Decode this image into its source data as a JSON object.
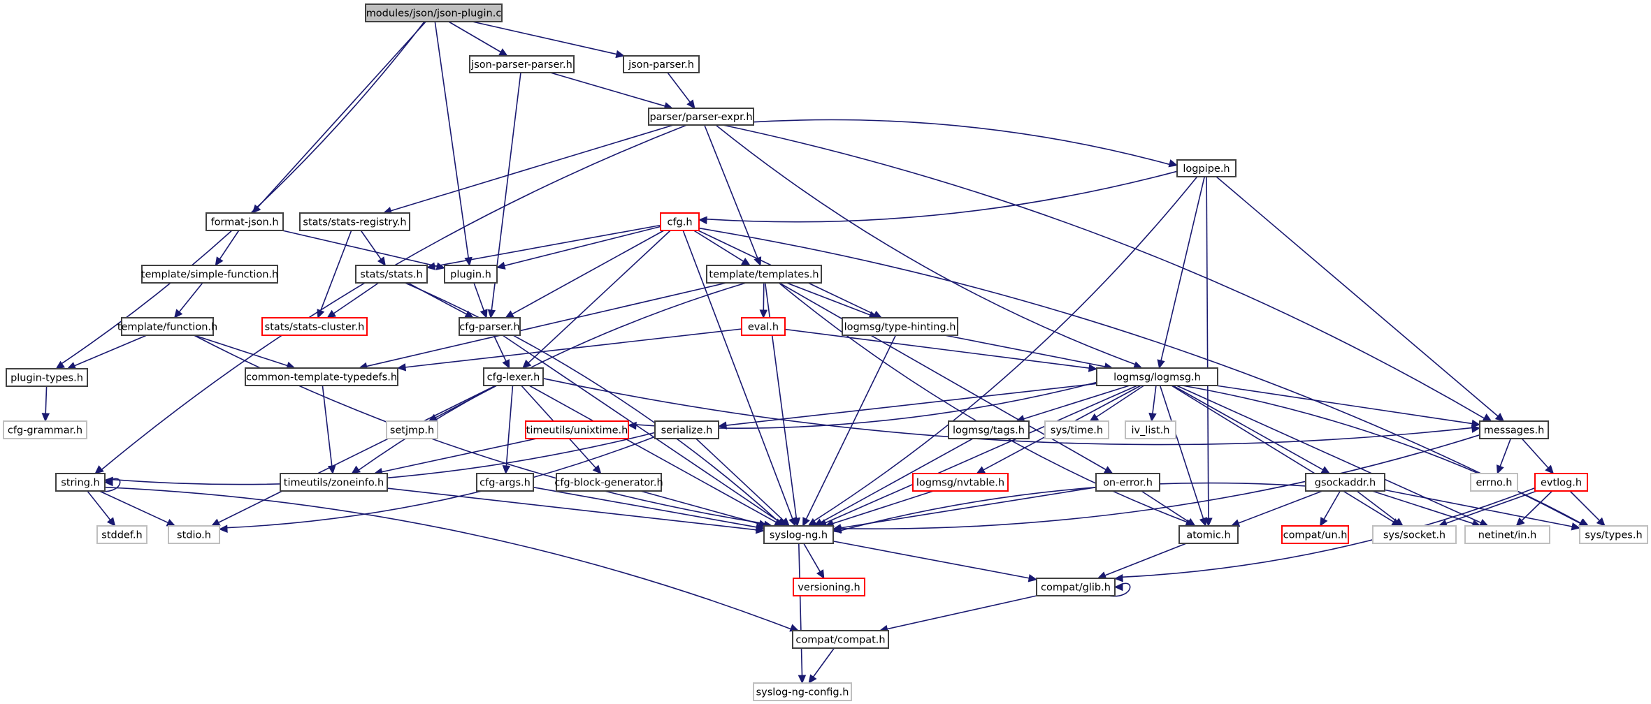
{
  "title": "modules/json/json-plugin.c include dependency graph",
  "colors": {
    "edge": "#191970",
    "border": "#404040",
    "missing_border": "#ff0000",
    "external_border": "#bfbfbf",
    "root_fill": "#bfbfbf"
  },
  "nodes": [
    {
      "id": "json-plugin",
      "label": "modules/json/json-plugin.c",
      "kind": "root"
    },
    {
      "id": "json-parser-parser",
      "label": "json-parser-parser.h",
      "kind": "normal"
    },
    {
      "id": "json-parser",
      "label": "json-parser.h",
      "kind": "normal"
    },
    {
      "id": "parser-expr",
      "label": "parser/parser-expr.h",
      "kind": "normal"
    },
    {
      "id": "logpipe",
      "label": "logpipe.h",
      "kind": "normal"
    },
    {
      "id": "format-json",
      "label": "format-json.h",
      "kind": "normal"
    },
    {
      "id": "stats-registry",
      "label": "stats/stats-registry.h",
      "kind": "normal"
    },
    {
      "id": "cfg",
      "label": "cfg.h",
      "kind": "red"
    },
    {
      "id": "simple-function",
      "label": "template/simple-function.h",
      "kind": "normal"
    },
    {
      "id": "stats",
      "label": "stats/stats.h",
      "kind": "normal"
    },
    {
      "id": "plugin",
      "label": "plugin.h",
      "kind": "normal"
    },
    {
      "id": "templates",
      "label": "template/templates.h",
      "kind": "normal"
    },
    {
      "id": "function",
      "label": "template/function.h",
      "kind": "normal"
    },
    {
      "id": "stats-cluster",
      "label": "stats/stats-cluster.h",
      "kind": "red"
    },
    {
      "id": "cfg-parser",
      "label": "cfg-parser.h",
      "kind": "normal"
    },
    {
      "id": "eval",
      "label": "eval.h",
      "kind": "red"
    },
    {
      "id": "type-hinting",
      "label": "logmsg/type-hinting.h",
      "kind": "normal"
    },
    {
      "id": "plugin-types",
      "label": "plugin-types.h",
      "kind": "normal"
    },
    {
      "id": "common-template-typedefs",
      "label": "common-template-typedefs.h",
      "kind": "normal"
    },
    {
      "id": "cfg-lexer",
      "label": "cfg-lexer.h",
      "kind": "normal"
    },
    {
      "id": "logmsg",
      "label": "logmsg/logmsg.h",
      "kind": "normal"
    },
    {
      "id": "cfg-grammar",
      "label": "cfg-grammar.h",
      "kind": "gray"
    },
    {
      "id": "setjmp",
      "label": "setjmp.h",
      "kind": "gray"
    },
    {
      "id": "unixtime",
      "label": "timeutils/unixtime.h",
      "kind": "red"
    },
    {
      "id": "serialize",
      "label": "serialize.h",
      "kind": "normal"
    },
    {
      "id": "tags",
      "label": "logmsg/tags.h",
      "kind": "normal"
    },
    {
      "id": "sys-time",
      "label": "sys/time.h",
      "kind": "gray"
    },
    {
      "id": "iv-list",
      "label": "iv_list.h",
      "kind": "gray"
    },
    {
      "id": "messages",
      "label": "messages.h",
      "kind": "normal"
    },
    {
      "id": "string",
      "label": "string.h",
      "kind": "normal"
    },
    {
      "id": "zoneinfo",
      "label": "timeutils/zoneinfo.h",
      "kind": "normal"
    },
    {
      "id": "cfg-args",
      "label": "cfg-args.h",
      "kind": "normal"
    },
    {
      "id": "cfg-block-generator",
      "label": "cfg-block-generator.h",
      "kind": "normal"
    },
    {
      "id": "nvtable",
      "label": "logmsg/nvtable.h",
      "kind": "red"
    },
    {
      "id": "on-error",
      "label": "on-error.h",
      "kind": "normal"
    },
    {
      "id": "gsockaddr",
      "label": "gsockaddr.h",
      "kind": "normal"
    },
    {
      "id": "errno",
      "label": "errno.h",
      "kind": "gray"
    },
    {
      "id": "evtlog",
      "label": "evtlog.h",
      "kind": "red"
    },
    {
      "id": "stddef",
      "label": "stddef.h",
      "kind": "gray"
    },
    {
      "id": "stdio",
      "label": "stdio.h",
      "kind": "gray"
    },
    {
      "id": "syslog-ng",
      "label": "syslog-ng.h",
      "kind": "normal"
    },
    {
      "id": "atomic",
      "label": "atomic.h",
      "kind": "normal"
    },
    {
      "id": "compat-un",
      "label": "compat/un.h",
      "kind": "red"
    },
    {
      "id": "sys-socket",
      "label": "sys/socket.h",
      "kind": "gray"
    },
    {
      "id": "netinet-in",
      "label": "netinet/in.h",
      "kind": "gray"
    },
    {
      "id": "sys-types",
      "label": "sys/types.h",
      "kind": "gray"
    },
    {
      "id": "versioning",
      "label": "versioning.h",
      "kind": "red"
    },
    {
      "id": "compat-glib",
      "label": "compat/glib.h",
      "kind": "normal"
    },
    {
      "id": "compat-compat",
      "label": "compat/compat.h",
      "kind": "normal"
    },
    {
      "id": "syslog-ng-config",
      "label": "syslog-ng-config.h",
      "kind": "gray"
    }
  ],
  "edges": [
    [
      "json-plugin",
      "json-parser-parser"
    ],
    [
      "json-plugin",
      "json-parser"
    ],
    [
      "json-plugin",
      "format-json"
    ],
    [
      "json-plugin",
      "plugin"
    ],
    [
      "json-plugin",
      "plugin-types"
    ],
    [
      "json-parser-parser",
      "parser-expr"
    ],
    [
      "json-parser-parser",
      "cfg-parser"
    ],
    [
      "json-parser",
      "parser-expr"
    ],
    [
      "parser-expr",
      "logpipe"
    ],
    [
      "parser-expr",
      "stats-registry"
    ],
    [
      "parser-expr",
      "templates"
    ],
    [
      "parser-expr",
      "logmsg"
    ],
    [
      "parser-expr",
      "messages"
    ],
    [
      "parser-expr",
      "string"
    ],
    [
      "logpipe",
      "cfg"
    ],
    [
      "logpipe",
      "logmsg"
    ],
    [
      "logpipe",
      "messages"
    ],
    [
      "logpipe",
      "atomic"
    ],
    [
      "logpipe",
      "syslog-ng"
    ],
    [
      "format-json",
      "simple-function"
    ],
    [
      "format-json",
      "plugin"
    ],
    [
      "stats-registry",
      "stats"
    ],
    [
      "stats-registry",
      "stats-cluster"
    ],
    [
      "cfg",
      "stats"
    ],
    [
      "cfg",
      "plugin"
    ],
    [
      "cfg",
      "templates"
    ],
    [
      "cfg",
      "cfg-parser"
    ],
    [
      "cfg",
      "cfg-lexer"
    ],
    [
      "cfg",
      "type-hinting"
    ],
    [
      "cfg",
      "syslog-ng"
    ],
    [
      "cfg",
      "sys-types"
    ],
    [
      "simple-function",
      "function"
    ],
    [
      "stats",
      "stats-cluster"
    ],
    [
      "stats",
      "cfg-parser"
    ],
    [
      "stats",
      "syslog-ng"
    ],
    [
      "plugin",
      "cfg-parser"
    ],
    [
      "templates",
      "eval"
    ],
    [
      "templates",
      "type-hinting"
    ],
    [
      "templates",
      "common-template-typedefs"
    ],
    [
      "templates",
      "zoneinfo"
    ],
    [
      "templates",
      "syslog-ng"
    ],
    [
      "templates",
      "atomic"
    ],
    [
      "templates",
      "on-error"
    ],
    [
      "function",
      "plugin-types"
    ],
    [
      "function",
      "common-template-typedefs"
    ],
    [
      "function",
      "syslog-ng"
    ],
    [
      "cfg-parser",
      "cfg-lexer"
    ],
    [
      "cfg-parser",
      "syslog-ng"
    ],
    [
      "eval",
      "common-template-typedefs"
    ],
    [
      "eval",
      "logmsg"
    ],
    [
      "type-hinting",
      "logmsg"
    ],
    [
      "type-hinting",
      "syslog-ng"
    ],
    [
      "plugin-types",
      "cfg-grammar"
    ],
    [
      "common-template-typedefs",
      "zoneinfo"
    ],
    [
      "cfg-lexer",
      "setjmp"
    ],
    [
      "cfg-lexer",
      "cfg-args"
    ],
    [
      "cfg-lexer",
      "cfg-block-generator"
    ],
    [
      "cfg-lexer",
      "messages"
    ],
    [
      "cfg-lexer",
      "syslog-ng"
    ],
    [
      "cfg-lexer",
      "stdio"
    ],
    [
      "logmsg",
      "unixtime"
    ],
    [
      "logmsg",
      "serialize"
    ],
    [
      "logmsg",
      "tags"
    ],
    [
      "logmsg",
      "sys-time"
    ],
    [
      "logmsg",
      "iv-list"
    ],
    [
      "logmsg",
      "messages"
    ],
    [
      "logmsg",
      "nvtable"
    ],
    [
      "logmsg",
      "gsockaddr"
    ],
    [
      "logmsg",
      "atomic"
    ],
    [
      "logmsg",
      "syslog-ng"
    ],
    [
      "logmsg",
      "sys-socket"
    ],
    [
      "logmsg",
      "netinet-in"
    ],
    [
      "logmsg",
      "sys-types"
    ],
    [
      "unixtime",
      "zoneinfo"
    ],
    [
      "serialize",
      "string"
    ],
    [
      "serialize",
      "syslog-ng"
    ],
    [
      "serialize",
      "stdio"
    ],
    [
      "tags",
      "syslog-ng"
    ],
    [
      "messages",
      "errno"
    ],
    [
      "messages",
      "evtlog"
    ],
    [
      "messages",
      "syslog-ng"
    ],
    [
      "string",
      "string"
    ],
    [
      "string",
      "stddef"
    ],
    [
      "string",
      "stdio"
    ],
    [
      "string",
      "compat-compat"
    ],
    [
      "zoneinfo",
      "syslog-ng"
    ],
    [
      "cfg-args",
      "syslog-ng"
    ],
    [
      "cfg-block-generator",
      "syslog-ng"
    ],
    [
      "nvtable",
      "syslog-ng"
    ],
    [
      "on-error",
      "syslog-ng"
    ],
    [
      "on-error",
      "atomic"
    ],
    [
      "gsockaddr",
      "syslog-ng"
    ],
    [
      "gsockaddr",
      "atomic"
    ],
    [
      "gsockaddr",
      "compat-un"
    ],
    [
      "gsockaddr",
      "sys-socket"
    ],
    [
      "gsockaddr",
      "netinet-in"
    ],
    [
      "gsockaddr",
      "sys-types"
    ],
    [
      "evtlog",
      "sys-socket"
    ],
    [
      "evtlog",
      "netinet-in"
    ],
    [
      "evtlog",
      "sys-types"
    ],
    [
      "evtlog",
      "compat-glib"
    ],
    [
      "syslog-ng",
      "versioning"
    ],
    [
      "syslog-ng",
      "compat-glib"
    ],
    [
      "syslog-ng",
      "syslog-ng-config"
    ],
    [
      "atomic",
      "compat-glib"
    ],
    [
      "compat-glib",
      "compat-glib"
    ],
    [
      "compat-glib",
      "compat-compat"
    ],
    [
      "compat-compat",
      "syslog-ng-config"
    ]
  ]
}
